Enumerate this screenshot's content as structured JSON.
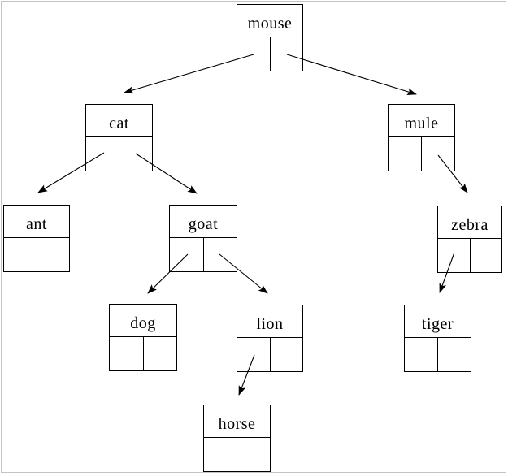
{
  "diagram": {
    "type": "binary-tree-linked-nodes",
    "colors": {
      "background": "#ffffff",
      "frame_border": "#c4c4c4",
      "node_border": "#000000",
      "edge_line": "#000000",
      "text": "#000000"
    },
    "nodes": [
      {
        "id": "mouse",
        "label": "mouse"
      },
      {
        "id": "cat",
        "label": "cat"
      },
      {
        "id": "mule",
        "label": "mule"
      },
      {
        "id": "ant",
        "label": "ant"
      },
      {
        "id": "goat",
        "label": "goat"
      },
      {
        "id": "zebra",
        "label": "zebra"
      },
      {
        "id": "dog",
        "label": "dog"
      },
      {
        "id": "lion",
        "label": "lion"
      },
      {
        "id": "tiger",
        "label": "tiger"
      },
      {
        "id": "horse",
        "label": "horse"
      }
    ],
    "edges": [
      {
        "from": "mouse",
        "pointer": "left",
        "to": "cat"
      },
      {
        "from": "mouse",
        "pointer": "right",
        "to": "mule"
      },
      {
        "from": "cat",
        "pointer": "left",
        "to": "ant"
      },
      {
        "from": "cat",
        "pointer": "right",
        "to": "goat"
      },
      {
        "from": "mule",
        "pointer": "right",
        "to": "zebra"
      },
      {
        "from": "goat",
        "pointer": "left",
        "to": "dog"
      },
      {
        "from": "goat",
        "pointer": "right",
        "to": "lion"
      },
      {
        "from": "zebra",
        "pointer": "left",
        "to": "tiger"
      },
      {
        "from": "lion",
        "pointer": "left",
        "to": "horse"
      }
    ],
    "root": "mouse"
  }
}
